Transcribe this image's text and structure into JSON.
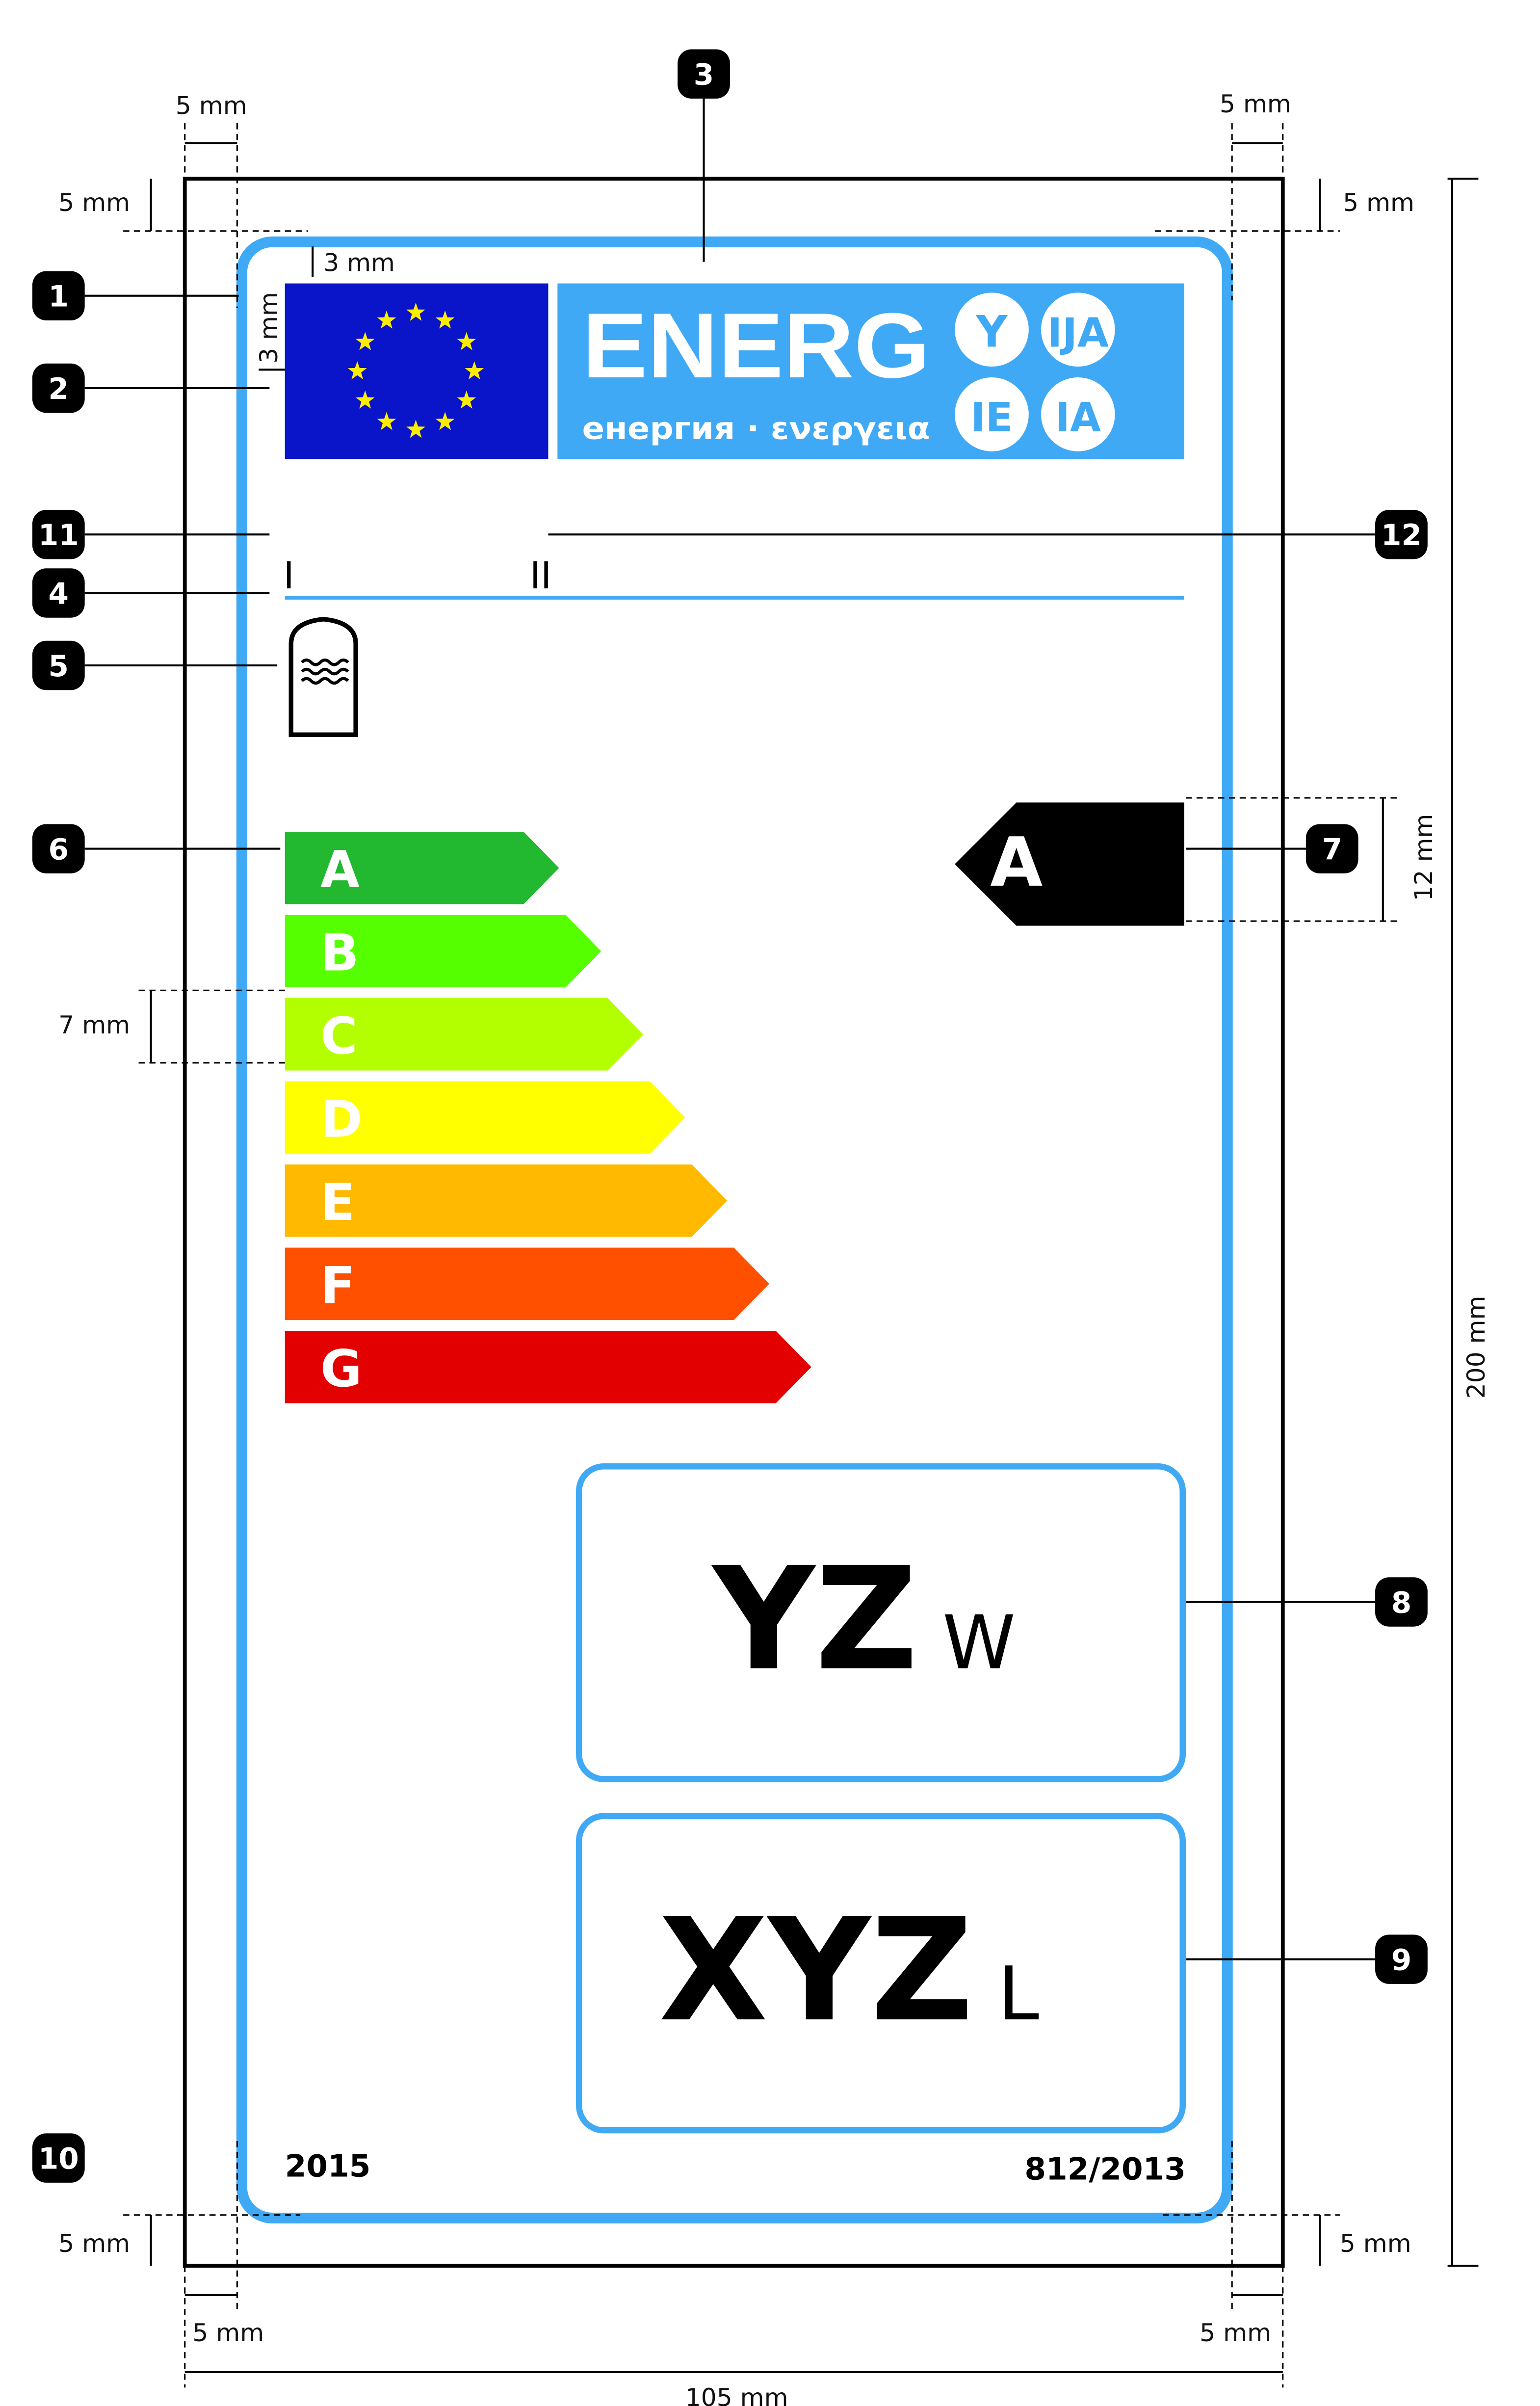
{
  "colors": {
    "label_blue": "#3fa9f5",
    "eu_blue": "#0a14c8",
    "star": "#ffed00",
    "classes": [
      "#22b830",
      "#55ff00",
      "#b3ff00",
      "#ffff00",
      "#ffba00",
      "#ff5000",
      "#e30000"
    ]
  },
  "logo": {
    "energ": "ENERG",
    "subtitle": "енергия · ενεργεια",
    "circles": [
      "Y",
      "IJA",
      "IE",
      "IA"
    ]
  },
  "supplier": {
    "name_marker": "I",
    "model_marker": "II"
  },
  "scale": {
    "classes": [
      "A",
      "B",
      "C",
      "D",
      "E",
      "F",
      "G"
    ]
  },
  "rating": {
    "class": "A"
  },
  "losses": {
    "value": "YZ",
    "unit": "W"
  },
  "volume": {
    "value": "XYZ",
    "unit": "L"
  },
  "footer": {
    "year": "2015",
    "regulation": "812/2013"
  },
  "dimensions": {
    "d5": "5 mm",
    "d3": "3 mm",
    "d7": "7 mm",
    "d12": "12 mm",
    "d200": "200 mm",
    "d105": "105 mm"
  },
  "callouts": [
    "1",
    "2",
    "3",
    "4",
    "5",
    "6",
    "7",
    "8",
    "9",
    "10",
    "11",
    "12"
  ]
}
